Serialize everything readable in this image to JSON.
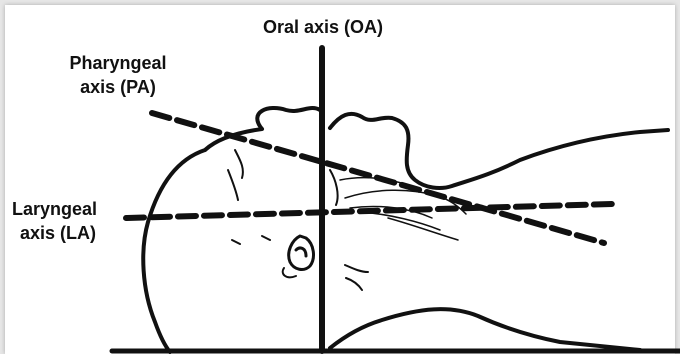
{
  "diagram": {
    "labels": {
      "oral_axis": "Oral axis (OA)",
      "pharyngeal_axis_line1": "Pharyngeal",
      "pharyngeal_axis_line2": "axis (PA)",
      "laryngeal_axis_line1": "Laryngeal",
      "laryngeal_axis_line2": "axis (LA)"
    },
    "colors": {
      "background": "#e6e6e6",
      "panel": "#ffffff",
      "ink": "#111111"
    }
  }
}
